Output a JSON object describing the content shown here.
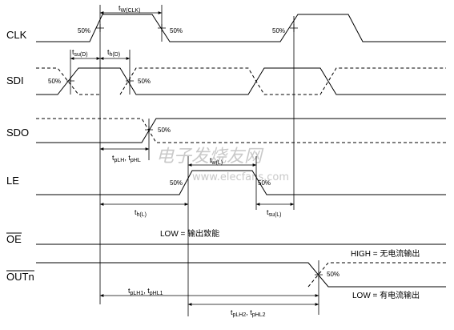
{
  "signals": {
    "clk": "CLK",
    "sdi": "SDI",
    "sdo": "SDO",
    "le": "LE",
    "oe": "OE",
    "outn": "OUTn"
  },
  "pct50": "50%",
  "labels": {
    "tw_clk_main": "t",
    "tw_clk_sub": "W(CLK)",
    "tsu_d_main": "t",
    "tsu_d_sub": "su(D)",
    "th_d_main": "t",
    "th_d_sub": "h(D)",
    "tplh_main": "t",
    "tplh_sub": "pLH",
    "tphl_main": ", t",
    "tphl_sub": "pHL",
    "tw_l_main": "t",
    "tw_l_sub": "w(L)",
    "th_l_main": "t",
    "th_l_sub": "h(L)",
    "tsu_l_main": "t",
    "tsu_l_sub": "su(L)",
    "tplh1_main": "t",
    "tplh1_sub": "pLH1",
    "tphl1_main": ", t",
    "tphl1_sub": "pHL1",
    "tplh2_main": "t",
    "tplh2_sub": "pLH2",
    "tphl2_main": ", t",
    "tphl2_sub": "pHL2"
  },
  "notes": {
    "oe_low": "LOW = 输出致能",
    "out_high": "HIGH = 无电流输出",
    "out_low": "LOW = 有电流输出"
  },
  "watermark": {
    "cn": "电子发烧友网",
    "url": "www.elecfans.com"
  }
}
